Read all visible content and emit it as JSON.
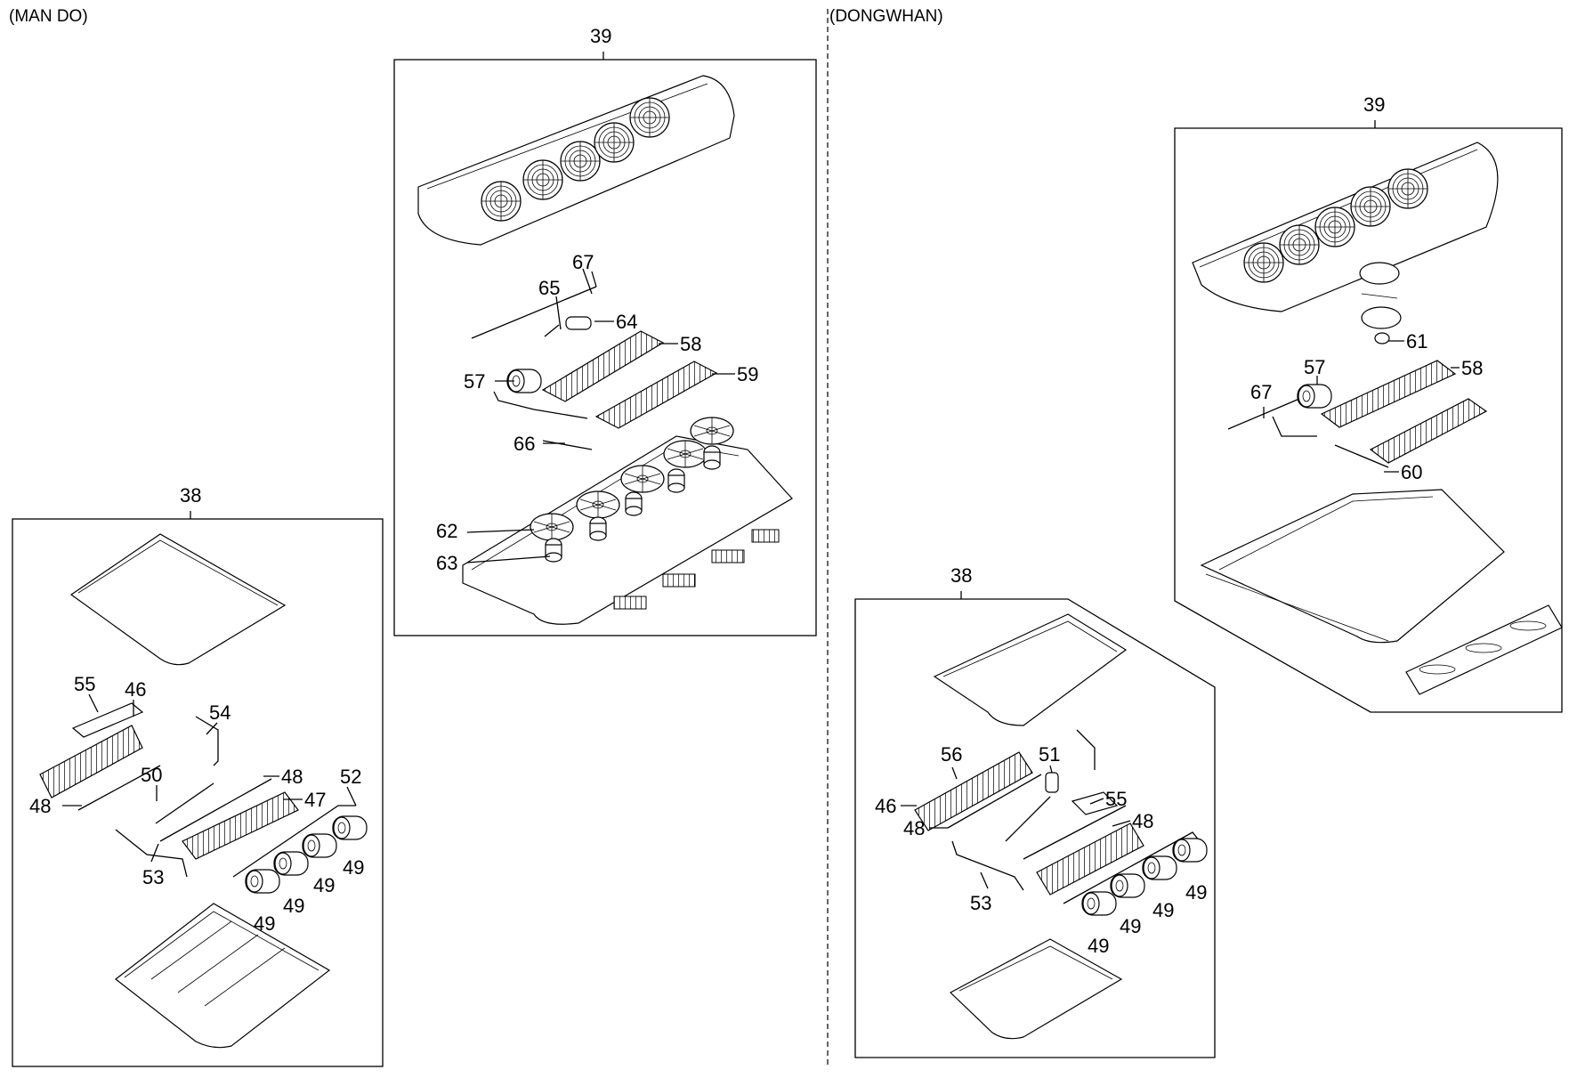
{
  "headers": {
    "left": "(MAN DO)",
    "right": "(DONGWHAN)"
  },
  "left": {
    "unit39": {
      "title": "39",
      "labels": [
        "67",
        "65",
        "64",
        "58",
        "57",
        "59",
        "66",
        "62",
        "63"
      ]
    },
    "unit38": {
      "title": "38",
      "labels": [
        "55",
        "46",
        "54",
        "48",
        "50",
        "48",
        "52",
        "47",
        "53",
        "49",
        "49",
        "49",
        "49"
      ]
    }
  },
  "right": {
    "unit39": {
      "title": "39",
      "labels": [
        "61",
        "57",
        "58",
        "67",
        "60"
      ]
    },
    "unit38": {
      "title": "38",
      "labels": [
        "56",
        "51",
        "46",
        "55",
        "48",
        "48",
        "53",
        "49",
        "49",
        "49",
        "49"
      ]
    }
  }
}
